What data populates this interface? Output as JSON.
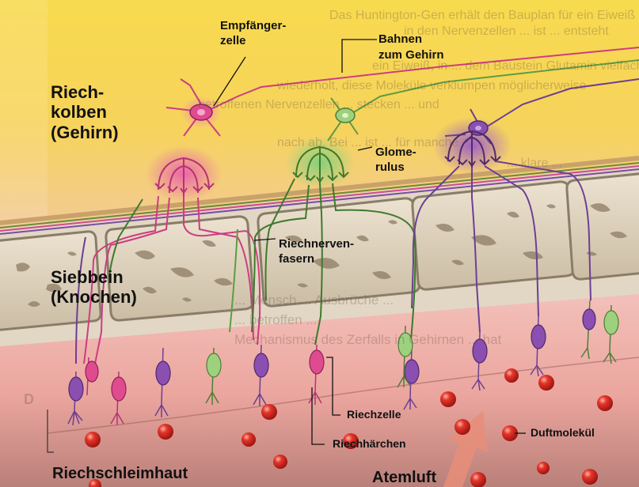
{
  "labels": {
    "receptor_cell": "Empfänger-\nzelle",
    "pathways": "Bahnen\nzum Gehirn",
    "olfactory_bulb": "Riech-\nkolben\n(Gehirn)",
    "glomerulus": "Glome-\nrulus",
    "nerve_fibers": "Riechnerven-\nfasern",
    "ethmoid": "Siebbein\n(Knochen)",
    "olfactory_cell": "Riechzelle",
    "olfactory_hairs": "Riechhärchen",
    "odor_molecule": "Duftmolekül",
    "mucosa": "Riechschleimhaut",
    "breath_air": "Atemluft"
  },
  "background_text": {
    "page_lines": [
      "Das Huntington-Gen erhält den Bauplan für ein Eiweiß",
      "in den Nervenzellen ... ist ... entsteht",
      "ein Eiweiß, in ... dem Baustein Glutamin vielfach",
      "wiederholt, diese Moleküle verklumpen möglicherweise",
      "betroffenen Nervenzellen ... stecken ... und",
      "nach ab. Bei ... ist ... für manche",
      "... klare ..."
    ],
    "lower_lines": [
      "... Mensch ... Ausbrüche ...",
      "... betroffen ...",
      "Mechanismus des Zerfalls in Gehirnen ... hat"
    ],
    "margin_letter": "D"
  },
  "colors": {
    "bulb_top": "#f7d64a",
    "bulb_bottom": "#f3c98a",
    "bone": "#d9cdb8",
    "bone_border": "#8a7d68",
    "mucosa": "#efb4ad",
    "mucosa_dark": "#a86f66",
    "pink_neuron": "#e04b8f",
    "green_neuron": "#9dd17e",
    "purple_neuron": "#8a4fb0",
    "molecule": "#d8231a"
  }
}
